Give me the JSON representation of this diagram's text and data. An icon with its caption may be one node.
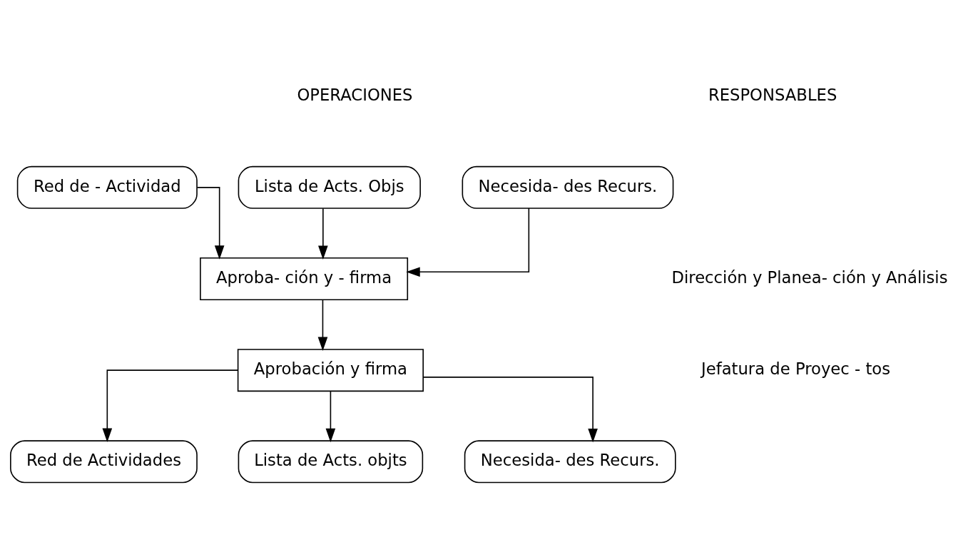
{
  "diagram": {
    "nodes": [
      {
        "text": [
          "Red de - Actividad"
        ]
      },
      {
        "text": [
          "Lista de Acts. Objs"
        ]
      },
      {
        "text": [
          "Necesida- des Recurs."
        ]
      },
      {
        "text": [
          "Aproba- ción y - firma"
        ]
      },
      {
        "text": [
          "Aprobación y firma"
        ]
      },
      {
        "text": [
          "Red de Actividades"
        ]
      },
      {
        "text": [
          "Lista de Acts. objts"
        ]
      },
      {
        "text": [
          "Necesida- des Recurs."
        ]
      }
    ],
    "edges": [
      {
        "from": 0,
        "to": 3,
        "arrow": "to"
      },
      {
        "from": 1,
        "to": 3,
        "arrow": "to"
      },
      {
        "from": 2,
        "to": 3,
        "arrow": "to"
      },
      {
        "from": 3,
        "to": 4,
        "arrow": "to"
      },
      {
        "from": 4,
        "to": 5,
        "arrow": "to"
      },
      {
        "from": 4,
        "to": 6,
        "arrow": "to"
      },
      {
        "from": 4,
        "to": 7,
        "arrow": "to"
      }
    ],
    "labels": [
      "OPERACIONES",
      "RESPONSABLES",
      "Dirección y Planea- ción y Análisis",
      "Jefatura de Proyec - tos"
    ]
  }
}
